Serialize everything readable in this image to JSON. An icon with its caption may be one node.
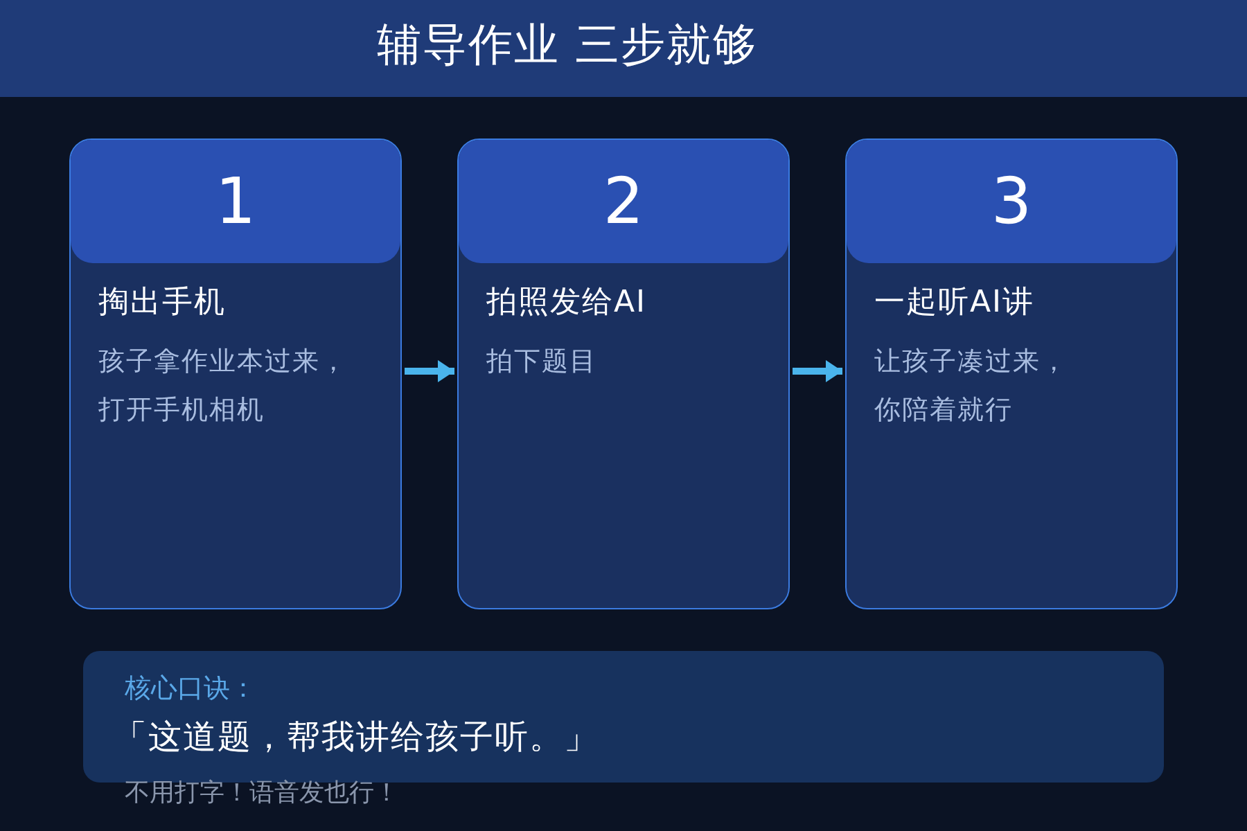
{
  "diagram": {
    "title": "辅导作业 三步就够",
    "nodes": [
      {
        "text": [
          "1",
          "掏出手机",
          "孩子拿作业本过来，打开手机相机"
        ]
      },
      {
        "text": [
          "2",
          "拍照发给AI",
          "拍下题目"
        ]
      },
      {
        "text": [
          "3",
          "一起听AI讲",
          "让孩子凑过来，你陪着就行"
        ]
      },
      {
        "text": [
          "核心口诀：",
          "「这道题，帮我讲给孩子听。」"
        ]
      }
    ],
    "edges": [
      {
        "from": 0,
        "to": 1,
        "arrow": "to"
      },
      {
        "from": 1,
        "to": 2,
        "arrow": "to"
      }
    ],
    "labels": [
      "不用打字！语音发也行！"
    ]
  }
}
